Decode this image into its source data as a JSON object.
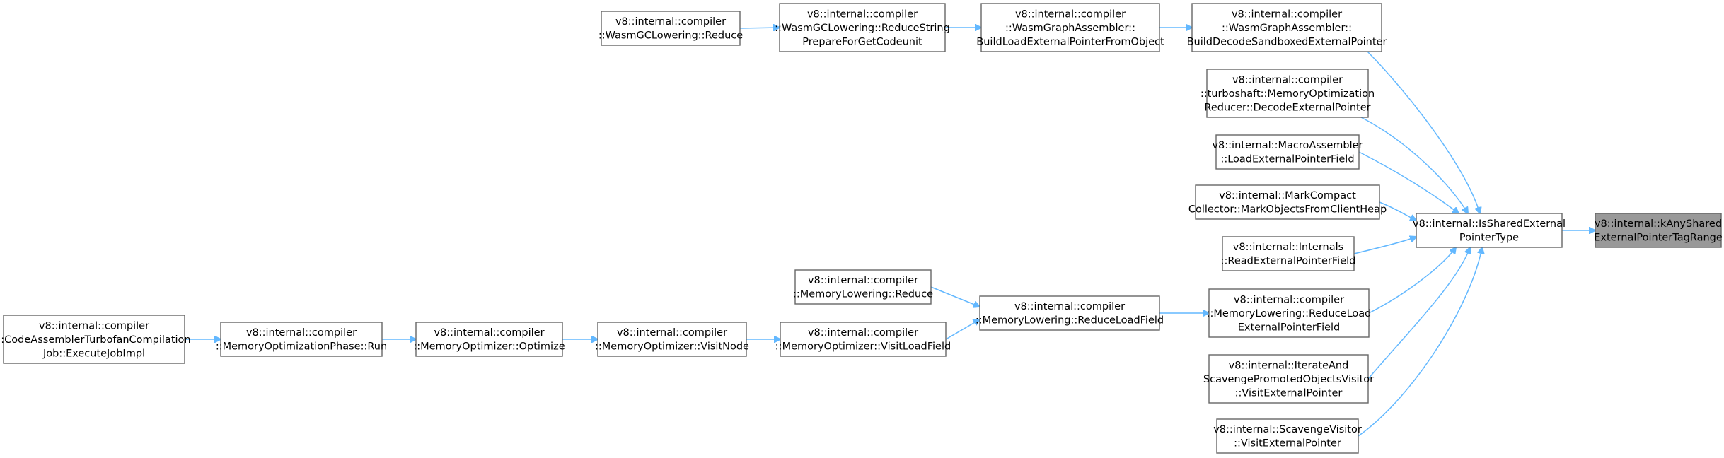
{
  "nodes": [
    {
      "id": "kAnySharedExternalPointerTagRange",
      "lines": [
        "v8::internal::kAnyShared",
        "ExternalPointerTagRange"
      ],
      "focus": true
    },
    {
      "id": "IsSharedExternalPointerType",
      "lines": [
        "v8::internal::IsSharedExternal",
        "PointerType"
      ]
    },
    {
      "id": "BuildDecodeSandboxedExternalPointer",
      "lines": [
        "v8::internal::compiler",
        "::WasmGraphAssembler::",
        "BuildDecodeSandboxedExternalPointer"
      ]
    },
    {
      "id": "BuildLoadExternalPointerFromObject",
      "lines": [
        "v8::internal::compiler",
        "::WasmGraphAssembler::",
        "BuildLoadExternalPointerFromObject"
      ]
    },
    {
      "id": "ReduceStringPrepareForGetCodeunit",
      "lines": [
        "v8::internal::compiler",
        "::WasmGCLowering::ReduceString",
        "PrepareForGetCodeunit"
      ]
    },
    {
      "id": "WasmGCLoweringReduce",
      "lines": [
        "v8::internal::compiler",
        "::WasmGCLowering::Reduce"
      ]
    },
    {
      "id": "DecodeExternalPointer",
      "lines": [
        "v8::internal::compiler",
        "::turboshaft::MemoryOptimization",
        "Reducer::DecodeExternalPointer"
      ]
    },
    {
      "id": "LoadExternalPointerField",
      "lines": [
        "v8::internal::MacroAssembler",
        "::LoadExternalPointerField"
      ]
    },
    {
      "id": "MarkObjectsFromClientHeap",
      "lines": [
        "v8::internal::MarkCompact",
        "Collector::MarkObjectsFromClientHeap"
      ]
    },
    {
      "id": "ReadExternalPointerField",
      "lines": [
        "v8::internal::Internals",
        "::ReadExternalPointerField"
      ]
    },
    {
      "id": "ReduceLoadExternalPointerField",
      "lines": [
        "v8::internal::compiler",
        "::MemoryLowering::ReduceLoad",
        "ExternalPointerField"
      ]
    },
    {
      "id": "ReduceLoadField",
      "lines": [
        "v8::internal::compiler",
        "::MemoryLowering::ReduceLoadField"
      ]
    },
    {
      "id": "MemoryLoweringReduce",
      "lines": [
        "v8::internal::compiler",
        "::MemoryLowering::Reduce"
      ]
    },
    {
      "id": "VisitLoadField",
      "lines": [
        "v8::internal::compiler",
        "::MemoryOptimizer::VisitLoadField"
      ]
    },
    {
      "id": "VisitNode",
      "lines": [
        "v8::internal::compiler",
        "::MemoryOptimizer::VisitNode"
      ]
    },
    {
      "id": "Optimize",
      "lines": [
        "v8::internal::compiler",
        "::MemoryOptimizer::Optimize"
      ]
    },
    {
      "id": "MemoryOptimizationPhaseRun",
      "lines": [
        "v8::internal::compiler",
        "::MemoryOptimizationPhase::Run"
      ]
    },
    {
      "id": "ExecuteJobImpl",
      "lines": [
        "v8::internal::compiler",
        "::CodeAssemblerTurbofanCompilation",
        "Job::ExecuteJobImpl"
      ]
    },
    {
      "id": "IterateAndScavengeVisitExternalPointer",
      "lines": [
        "v8::internal::IterateAnd",
        "ScavengePromotedObjectsVisitor",
        "::VisitExternalPointer"
      ]
    },
    {
      "id": "ScavengeVisitorVisitExternalPointer",
      "lines": [
        "v8::internal::ScavengeVisitor",
        "::VisitExternalPointer"
      ]
    }
  ],
  "edges": [
    {
      "from": "IsSharedExternalPointerType",
      "to": "kAnySharedExternalPointerTagRange"
    },
    {
      "from": "BuildDecodeSandboxedExternalPointer",
      "to": "IsSharedExternalPointerType"
    },
    {
      "from": "DecodeExternalPointer",
      "to": "IsSharedExternalPointerType"
    },
    {
      "from": "LoadExternalPointerField",
      "to": "IsSharedExternalPointerType"
    },
    {
      "from": "MarkObjectsFromClientHeap",
      "to": "IsSharedExternalPointerType"
    },
    {
      "from": "ReadExternalPointerField",
      "to": "IsSharedExternalPointerType"
    },
    {
      "from": "ReduceLoadExternalPointerField",
      "to": "IsSharedExternalPointerType"
    },
    {
      "from": "IterateAndScavengeVisitExternalPointer",
      "to": "IsSharedExternalPointerType"
    },
    {
      "from": "ScavengeVisitorVisitExternalPointer",
      "to": "IsSharedExternalPointerType"
    },
    {
      "from": "BuildLoadExternalPointerFromObject",
      "to": "BuildDecodeSandboxedExternalPointer"
    },
    {
      "from": "ReduceStringPrepareForGetCodeunit",
      "to": "BuildLoadExternalPointerFromObject"
    },
    {
      "from": "WasmGCLoweringReduce",
      "to": "ReduceStringPrepareForGetCodeunit"
    },
    {
      "from": "ReduceLoadField",
      "to": "ReduceLoadExternalPointerField"
    },
    {
      "from": "MemoryLoweringReduce",
      "to": "ReduceLoadField"
    },
    {
      "from": "VisitLoadField",
      "to": "ReduceLoadField"
    },
    {
      "from": "VisitNode",
      "to": "VisitLoadField"
    },
    {
      "from": "Optimize",
      "to": "VisitNode"
    },
    {
      "from": "MemoryOptimizationPhaseRun",
      "to": "Optimize"
    },
    {
      "from": "ExecuteJobImpl",
      "to": "MemoryOptimizationPhaseRun"
    }
  ],
  "colors": {
    "edge": "#63b8ff",
    "focus_fill": "#999999",
    "node_border": "#666666"
  }
}
